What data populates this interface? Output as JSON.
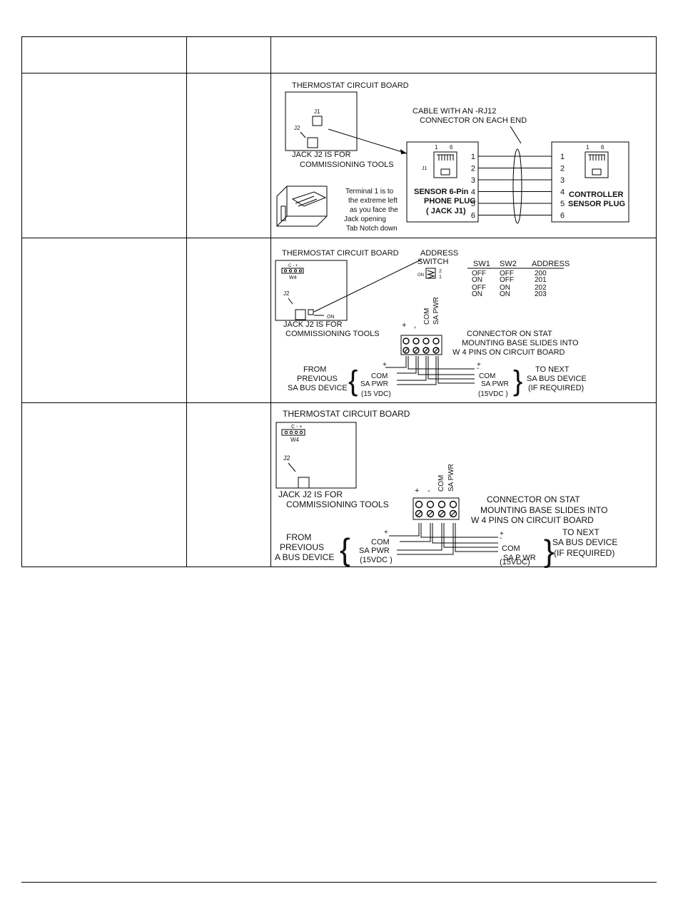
{
  "panels": {
    "p1": {
      "board_title": "THERMOSTAT CIRCUIT BOARD",
      "j1": "J1",
      "j2": "J2",
      "jack_note_1": "JACK J2  IS FOR",
      "jack_note_2": "COMMISSIONING TOOLS",
      "cable_1": "CABLE WITH AN -RJ12",
      "cable_2": "CONNECTOR ON EACH END",
      "plug_top_1": "1",
      "plug_top_6": "6",
      "plug_j1": "J1",
      "sensor_1": "SENSOR  6-Pin",
      "sensor_2": "PHONE PLUG",
      "sensor_3": "( JACK J1)",
      "pins": [
        "1",
        "2",
        "3",
        "4",
        "5",
        "6"
      ],
      "controller_1": "CONTROLLER",
      "controller_2": "SENSOR PLUG",
      "terminal_note": [
        "Terminal 1 is to",
        "the extreme left",
        "as you face the",
        "Jack opening",
        "Tab Notch down"
      ]
    },
    "p2": {
      "board_title": "THERMOSTAT CIRCUIT BOARD",
      "w4_top": "C - +",
      "w4": "W4",
      "j2": "J2",
      "on": "ON",
      "jack_note_1": "JACK J2  IS FOR",
      "jack_note_2": "COMMISSIONING TOOLS",
      "addr_sw_1": "ADDRESS",
      "addr_sw_2": "SWITCH",
      "sw_on": "ON",
      "sw_2": "2",
      "sw_1": "1",
      "table_headers": [
        "SW1",
        "SW2",
        "ADDRESS"
      ],
      "table_rows": [
        [
          "OFF",
          "OFF",
          "200"
        ],
        [
          "ON",
          "OFF",
          "201"
        ],
        [
          "OFF",
          "ON",
          "202"
        ],
        [
          "ON",
          "ON",
          "203"
        ]
      ],
      "term_labels": [
        "+",
        ",",
        "COM",
        "SA PWR"
      ],
      "connector_1": "CONNECTOR ON STAT",
      "connector_2": "MOUNTING BASE  SLIDES INTO",
      "connector_3": "W 4       PINS ON CIRCUIT BOARD",
      "from_1": "FROM",
      "from_2": "PREVIOUS",
      "from_3": "SA BUS DEVICE",
      "left_plus": "+",
      "left_com": "COM",
      "left_sapwr": "SA PWR",
      "left_vdc": "(15 VDC)",
      "right_plus": "+",
      "right_minus": "-",
      "right_com": "COM",
      "right_sapwr": "SA PWR",
      "right_vdc": "(15VDC )",
      "to_1": "TO NEXT",
      "to_2": "SA BUS DEVICE",
      "to_3": "(IF REQUIRED)"
    },
    "p3": {
      "board_title": "THERMOSTAT CIRCUIT BOARD",
      "w4_top": "C - +",
      "w4": "W4",
      "j2": "J2",
      "jack_note_1": "JACK J2  IS FOR",
      "jack_note_2": "COMMISSIONING TOOLS",
      "term_labels": [
        "+",
        "-",
        "COM",
        "SA PWR"
      ],
      "connector_1": "CONNECTOR ON STAT",
      "connector_2": "MOUNTING BASE  SLIDES INTO",
      "connector_3": "W 4       PINS ON CIRCUIT BOARD",
      "from_1": "FROM",
      "from_2": "PREVIOUS",
      "from_3": "A BUS DEVICE",
      "left_plus": "+",
      "left_com": "COM",
      "left_sapwr": "SA PWR",
      "left_vdc": "(15VDC )",
      "right_plus": "+",
      "right_minus": "-",
      "right_com": "COM",
      "right_sapwr": "SA P WR",
      "right_vdc": "(15VDC)",
      "to_1": "TO NEXT",
      "to_2": "SA BUS DEVICE",
      "to_3": "(IF REQUIRED)"
    }
  }
}
